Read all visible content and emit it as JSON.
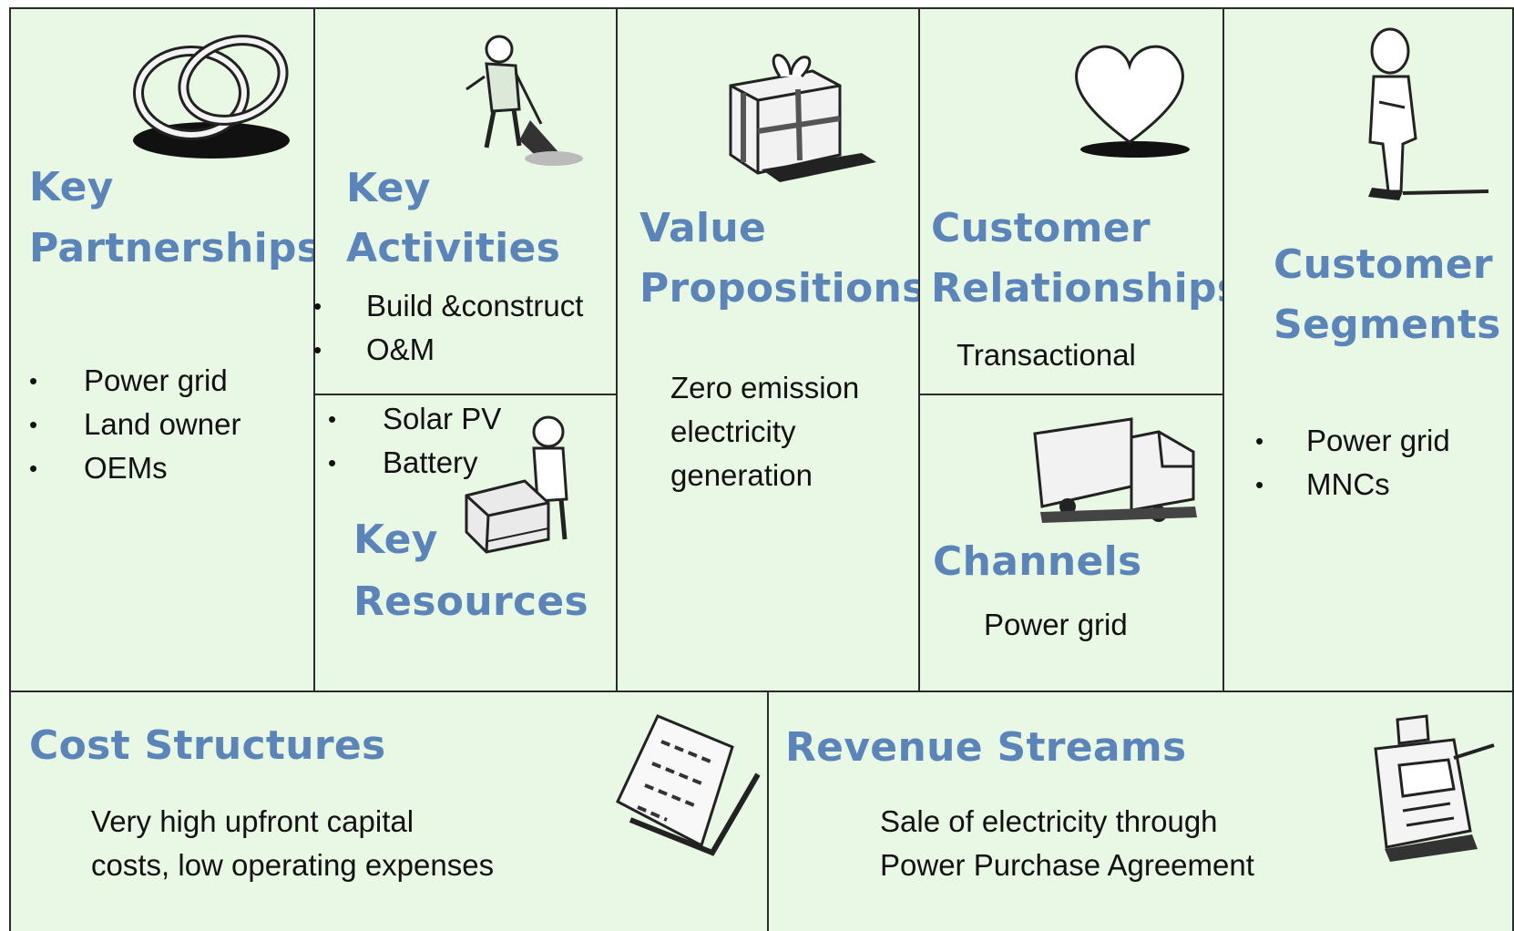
{
  "key_partnerships": {
    "title_line1": "Key",
    "title_line2": "Partnerships",
    "items": [
      "Power grid",
      "Land owner",
      "OEMs"
    ],
    "icon": "linked-rings-icon"
  },
  "key_activities": {
    "title_line1": "Key",
    "title_line2": "Activities",
    "items": [
      "Build &construct",
      "O&M"
    ],
    "icon": "digging-worker-icon"
  },
  "key_resources": {
    "title_line1": "Key",
    "title_line2": "Resources",
    "items": [
      "Solar PV",
      "Battery"
    ],
    "icon": "person-with-machine-icon"
  },
  "value_propositions": {
    "title_line1": "Value",
    "title_line2": "Propositions",
    "lines": [
      "Zero emission",
      "electricity",
      "generation"
    ],
    "icon": "gift-box-icon"
  },
  "customer_relationships": {
    "title_line1": "Customer",
    "title_line2": "Relationships",
    "text": "Transactional",
    "icon": "heart-icon"
  },
  "channels": {
    "title": "Channels",
    "text": "Power grid",
    "icon": "delivery-truck-icon"
  },
  "customer_segments": {
    "title_line1": "Customer",
    "title_line2": "Segments",
    "items": [
      "Power grid",
      "MNCs"
    ],
    "icon": "standing-person-icon"
  },
  "cost_structures": {
    "title": "Cost Structures",
    "lines": [
      "Very high upfront capital",
      "costs, low operating expenses"
    ],
    "icon": "receipt-icon"
  },
  "revenue_streams": {
    "title": "Revenue Streams",
    "lines": [
      "Sale of electricity through",
      "Power Purchase Agreement"
    ],
    "icon": "cash-register-icon"
  },
  "colors": {
    "cell_background": "#e9f8e4",
    "title": "#5b84b8",
    "border": "#2b2b2b",
    "text": "#111111"
  }
}
